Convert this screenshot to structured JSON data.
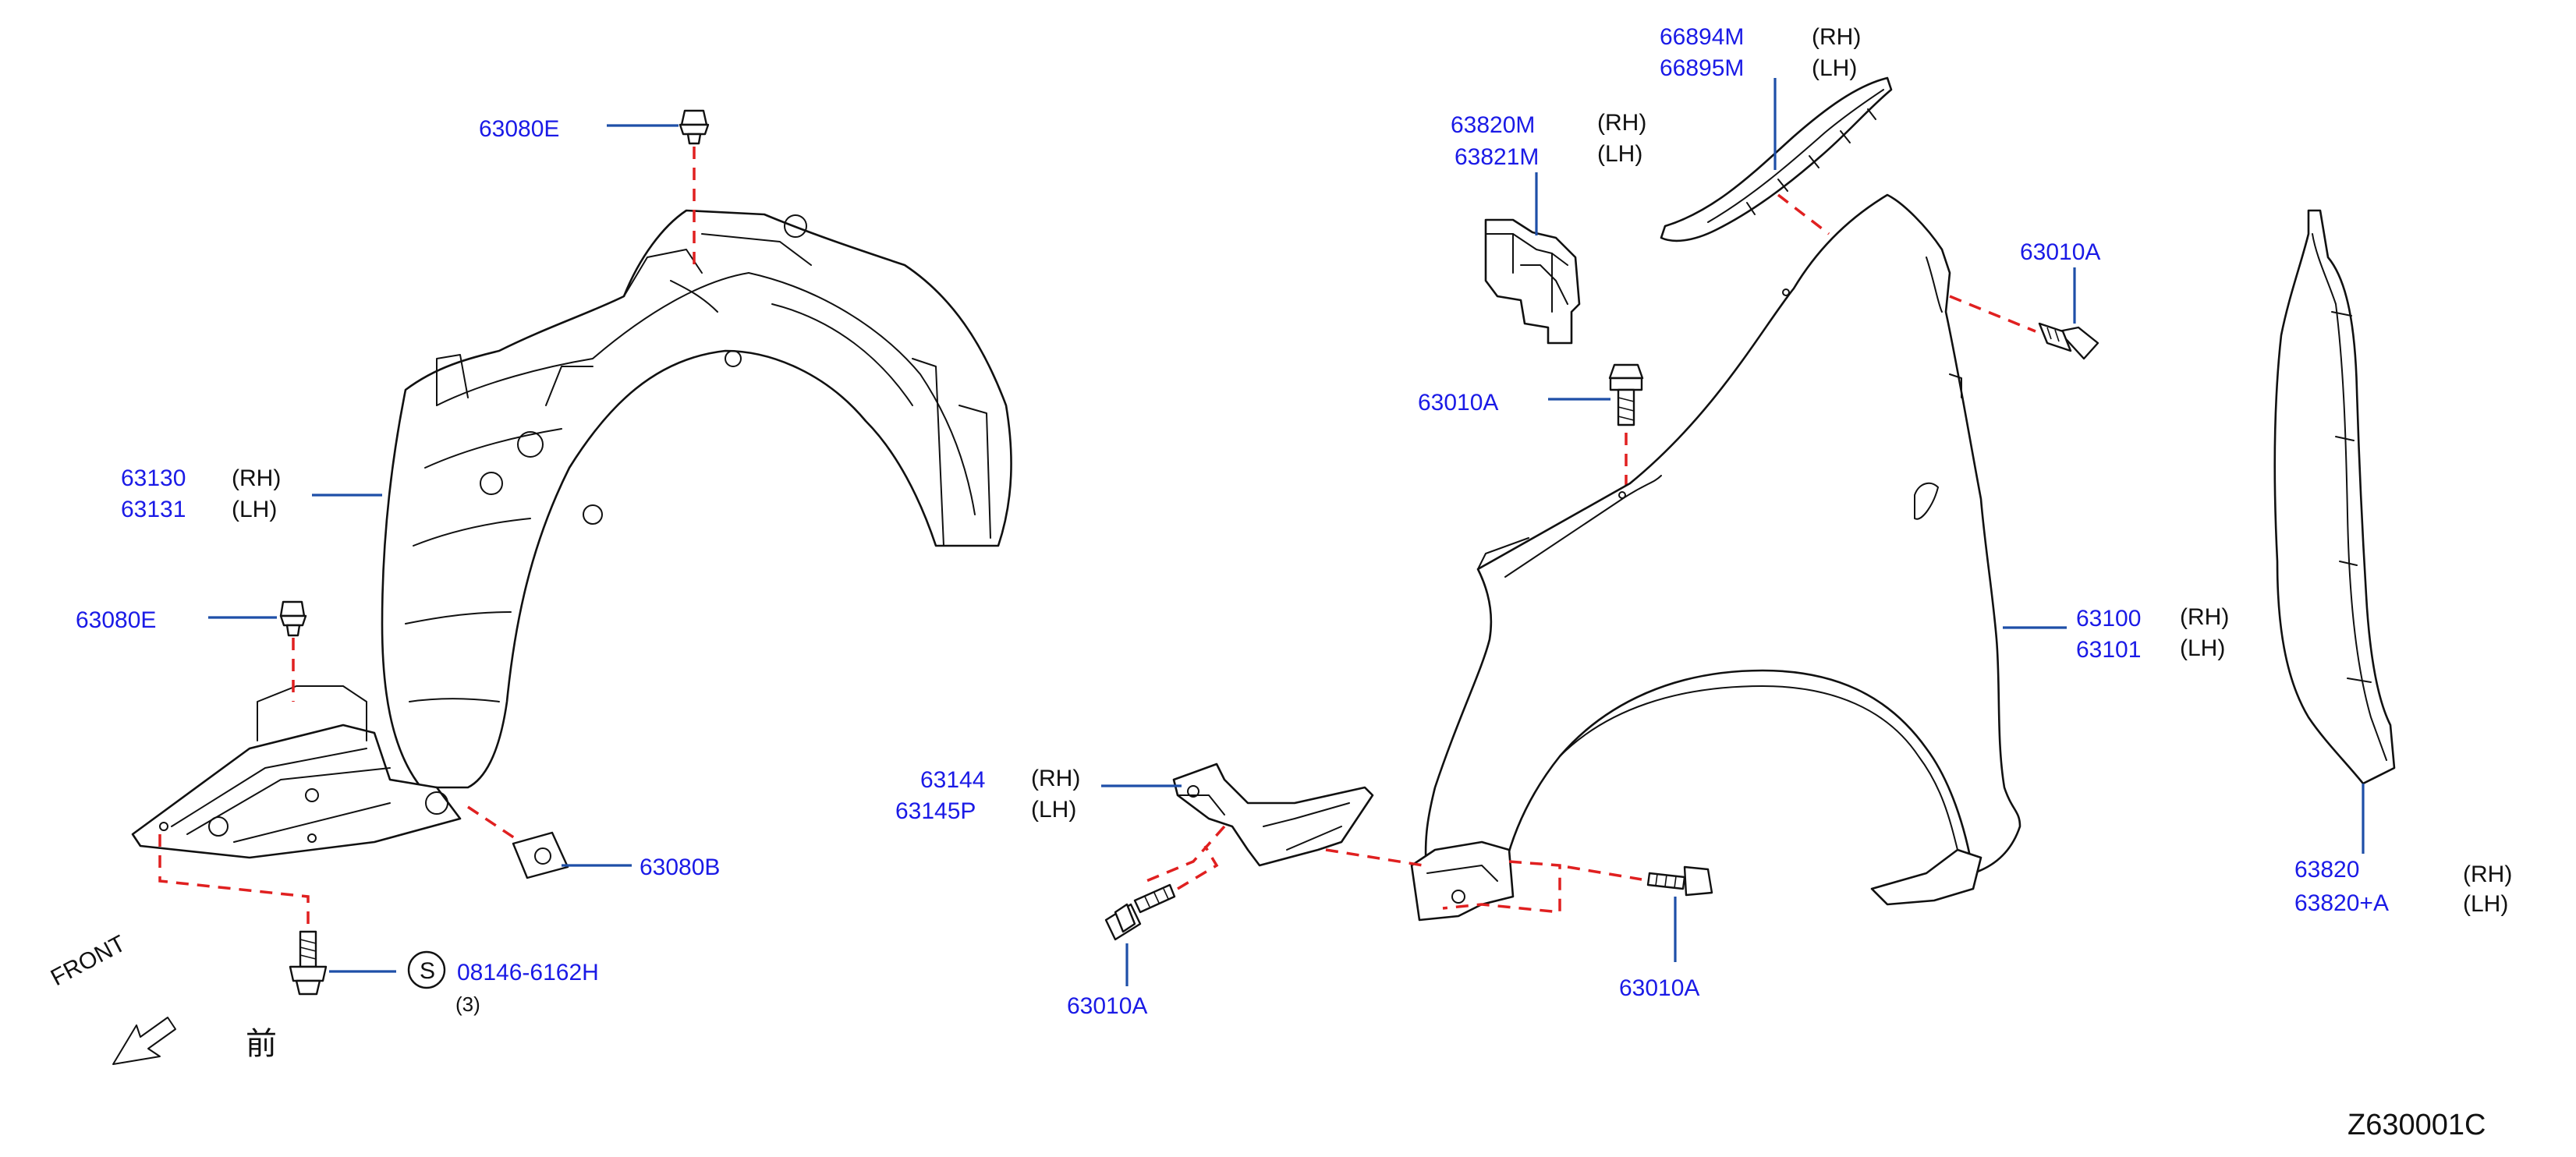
{
  "diagram_id": "Z630001C",
  "front_label": "FRONT",
  "front_kanji": "前",
  "callouts": {
    "c63080e_top": {
      "part": "63080E"
    },
    "c63130": {
      "part": "63130",
      "part2": "63131",
      "side": "(RH)",
      "side2": "(LH)"
    },
    "c63080e_left": {
      "part": "63080E"
    },
    "c63080b": {
      "part": "63080B"
    },
    "c08146": {
      "symbol": "S",
      "part": "08146-6162H",
      "qty": "(3)"
    },
    "c66894m": {
      "part": "66894M",
      "part2": "66895M",
      "side": "(RH)",
      "side2": "(LH)"
    },
    "c63820m": {
      "part": "63820M",
      "part2": "63821M",
      "side": "(RH)",
      "side2": "(LH)"
    },
    "c63010a_mid": {
      "part": "63010A"
    },
    "c63010a_right": {
      "part": "63010A"
    },
    "c63100": {
      "part": "63100",
      "part2": "63101",
      "side": "(RH)",
      "side2": "(LH)"
    },
    "c63144": {
      "part": "63144",
      "part2": "63145P",
      "side": "(RH)",
      "side2": "(LH)"
    },
    "c63010a_bl": {
      "part": "63010A"
    },
    "c63010a_br": {
      "part": "63010A"
    },
    "c63820": {
      "part": "63820",
      "part2": "63820+A",
      "side": "(RH)",
      "side2": "(LH)"
    }
  },
  "colors": {
    "part_number": "#1a1ae6",
    "leader": "#1e4fa8",
    "hidden_line": "#e02020",
    "line_art": "#111111"
  }
}
